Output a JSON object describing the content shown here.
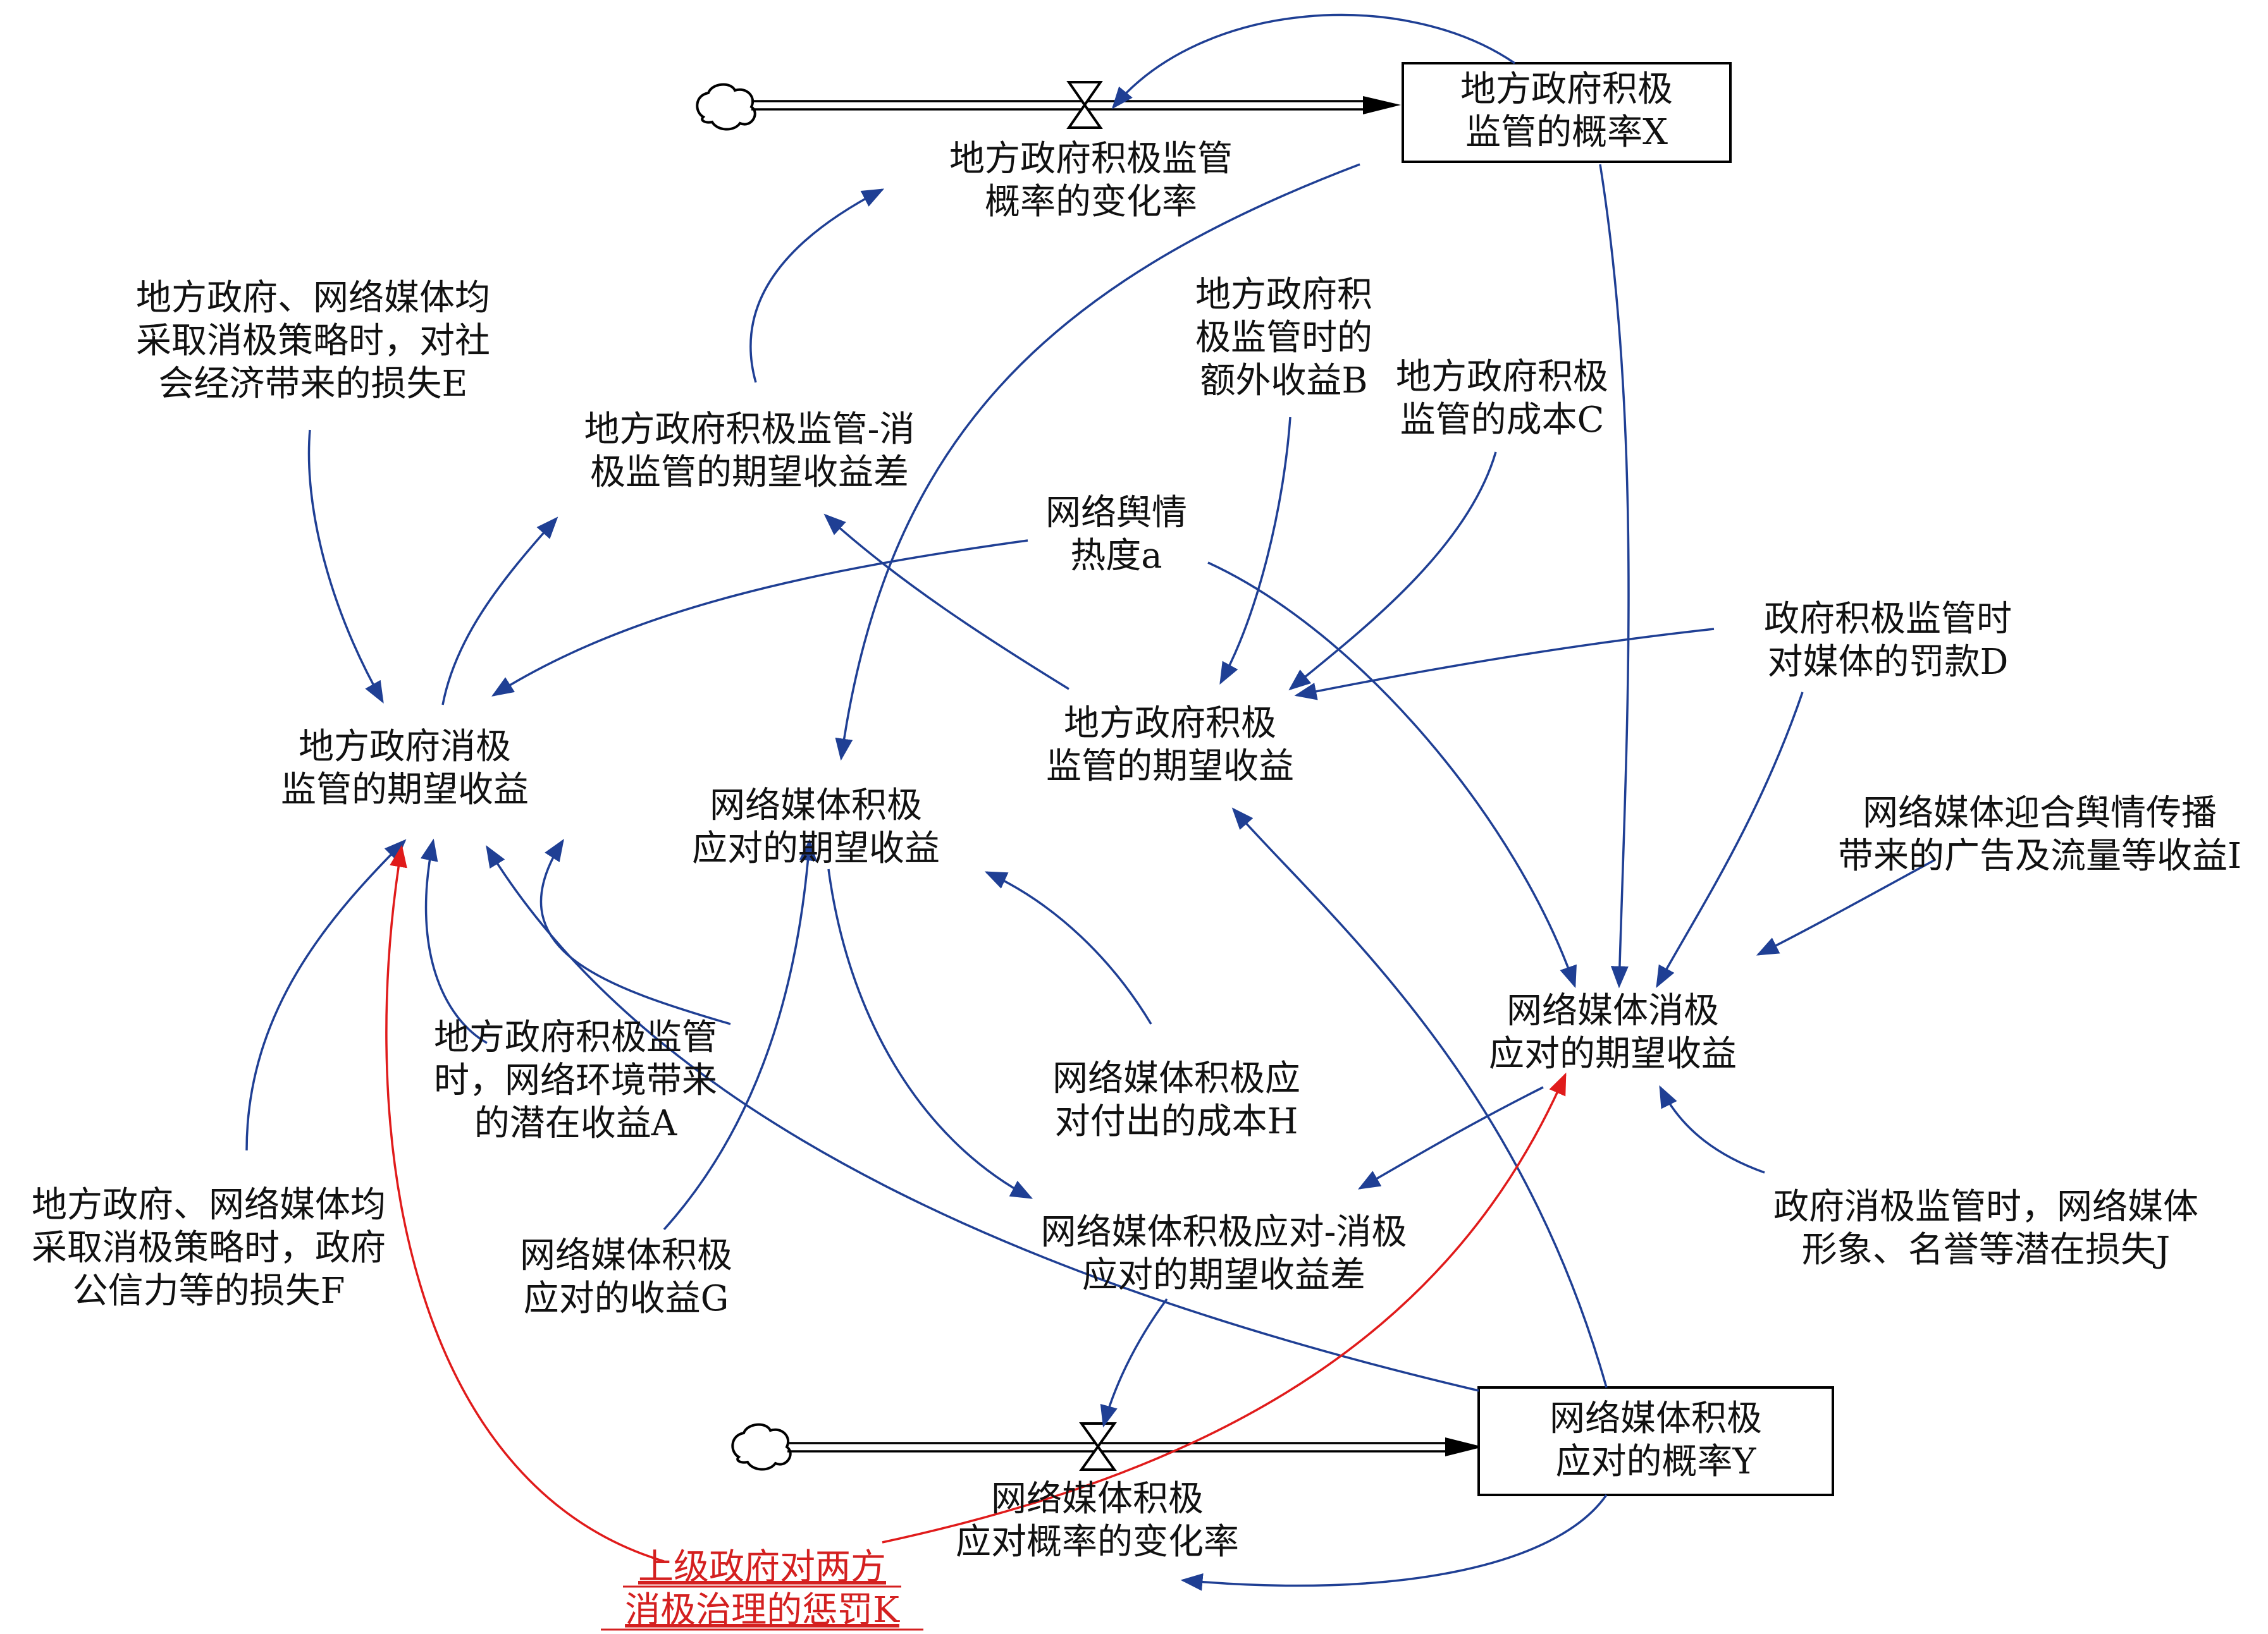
{
  "stocks": {
    "x": {
      "line1": "地方政府积极",
      "line2": "监管的概率X"
    },
    "y": {
      "line1": "网络媒体积极",
      "line2": "应对的概率Y"
    }
  },
  "rates": {
    "x_rate": {
      "line1": "地方政府积极监管",
      "line2": "概率的变化率"
    },
    "y_rate": {
      "line1": "网络媒体积极",
      "line2": "应对概率的变化率"
    }
  },
  "variables": {
    "loss_e": {
      "line1": "地方政府、网络媒体均",
      "line2": "采取消极策略时，对社",
      "line3": "会经济带来的损失E"
    },
    "diff_gov": {
      "line1": "地方政府积极监管-消",
      "line2": "极监管的期望收益差"
    },
    "gain_b": {
      "line1": "地方政府积",
      "line2": "极监管时的",
      "line3": "额外收益B"
    },
    "cost_c": {
      "line1": "地方政府积极",
      "line2": "监管的成本C"
    },
    "heat_a": {
      "line1": "网络舆情",
      "line2": "热度a"
    },
    "fine_d": {
      "line1": "政府积极监管时",
      "line2": "对媒体的罚款D"
    },
    "gov_neg": {
      "line1": "地方政府消极",
      "line2": "监管的期望收益"
    },
    "gov_pos": {
      "line1": "地方政府积极",
      "line2": "监管的期望收益"
    },
    "media_pos": {
      "line1": "网络媒体积极",
      "line2": "应对的期望收益"
    },
    "ad_i": {
      "line1": "网络媒体迎合舆情传播",
      "line2": "带来的广告及流量等收益I"
    },
    "media_neg": {
      "line1": "网络媒体消极",
      "line2": "应对的期望收益"
    },
    "gain_a": {
      "line1": "地方政府积极监管",
      "line2": "时，网络环境带来",
      "line3": "的潜在收益A"
    },
    "cost_h": {
      "line1": "网络媒体积极应",
      "line2": "对付出的成本H"
    },
    "loss_f": {
      "line1": "地方政府、网络媒体均",
      "line2": "采取消极策略时，政府",
      "line3": "公信力等的损失F"
    },
    "gain_g": {
      "line1": "网络媒体积极",
      "line2": "应对的收益G"
    },
    "diff_media": {
      "line1": "网络媒体积极应对-消极",
      "line2": "应对的期望收益差"
    },
    "loss_j": {
      "line1": "政府消极监管时，网络媒体",
      "line2": "形象、名誉等潜在损失J"
    },
    "penalty_k": {
      "line1": "上级政府对两方",
      "line2": "消极治理的惩罚K"
    }
  },
  "colors": {
    "link": "#1f3f94",
    "penalty": "#e01b1b",
    "stock_border": "#000000"
  }
}
